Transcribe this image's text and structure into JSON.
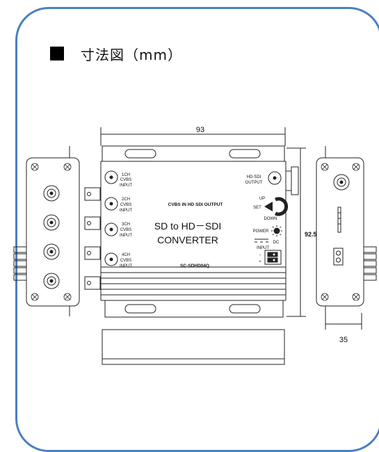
{
  "heading": {
    "title": "寸法図（mm）"
  },
  "dimensions": {
    "width": "93",
    "height": "92.5",
    "depth": "35"
  },
  "panel_labels": {
    "ch1": [
      "1CH",
      "CVBS",
      "INPUT"
    ],
    "ch2": [
      "2CH",
      "CVBS",
      "INPUT"
    ],
    "ch3": [
      "3CH",
      "CVBS",
      "INPUT"
    ],
    "ch4": [
      "4CH",
      "CVBS",
      "INPUT"
    ],
    "hd_out": [
      "HD-SDI",
      "OUTPUT"
    ],
    "up": "UP",
    "set": "SET",
    "down": "DOWN",
    "power": "POWER",
    "dc": "DC",
    "dc_input": "INPUT",
    "minus": "-",
    "plus": "+",
    "banner": "CVBS IN HD SDI OUTPUT",
    "product_line1": "SD to HD－SDI",
    "product_line2": "CONVERTER",
    "model": "SC-SDHD04Q"
  },
  "colors": {
    "card_border": "#4a7fc1",
    "line": "#222222"
  }
}
